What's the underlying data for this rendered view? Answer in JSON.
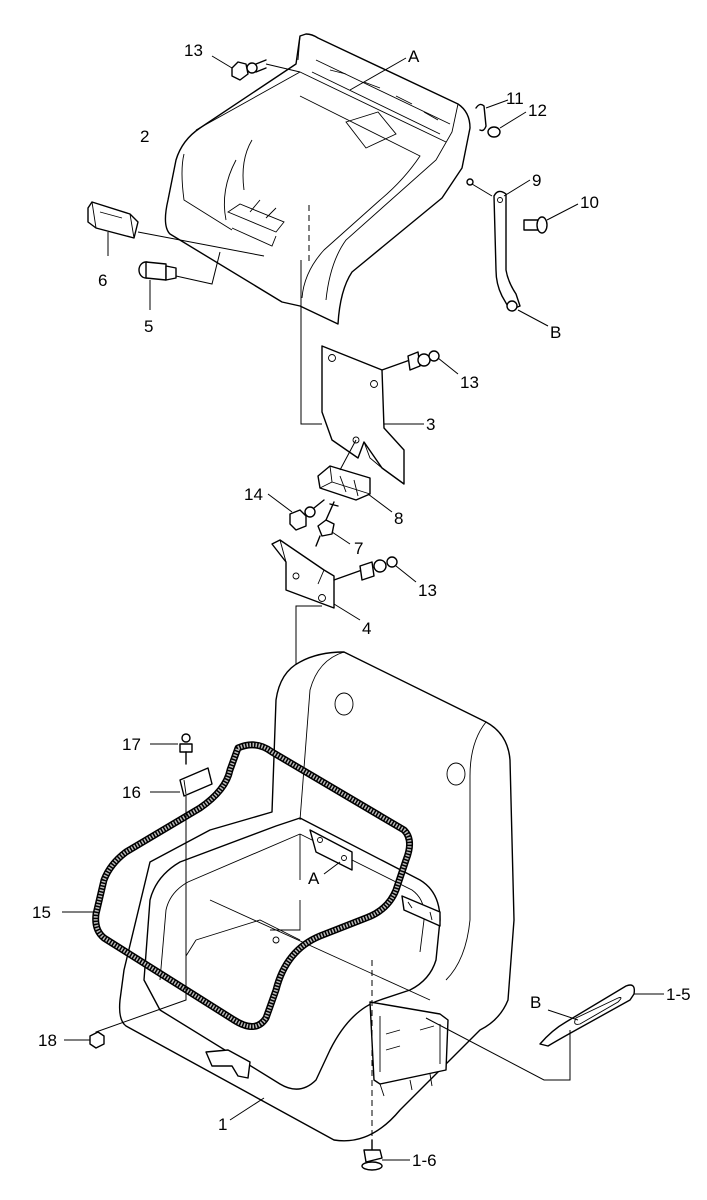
{
  "callouts": {
    "c13a": "13",
    "cA1": "A",
    "c11": "11",
    "c12": "12",
    "c2": "2",
    "c9": "9",
    "c10": "10",
    "c6": "6",
    "c5": "5",
    "cB1": "B",
    "c13b": "13",
    "c3": "3",
    "c14": "14",
    "c8": "8",
    "c7": "7",
    "c13c": "13",
    "c4": "4",
    "c17": "17",
    "c16": "16",
    "cA2": "A",
    "c15": "15",
    "cB2": "B",
    "c1_5": "1-5",
    "c18": "18",
    "c1": "1",
    "c1_6": "1-6"
  }
}
